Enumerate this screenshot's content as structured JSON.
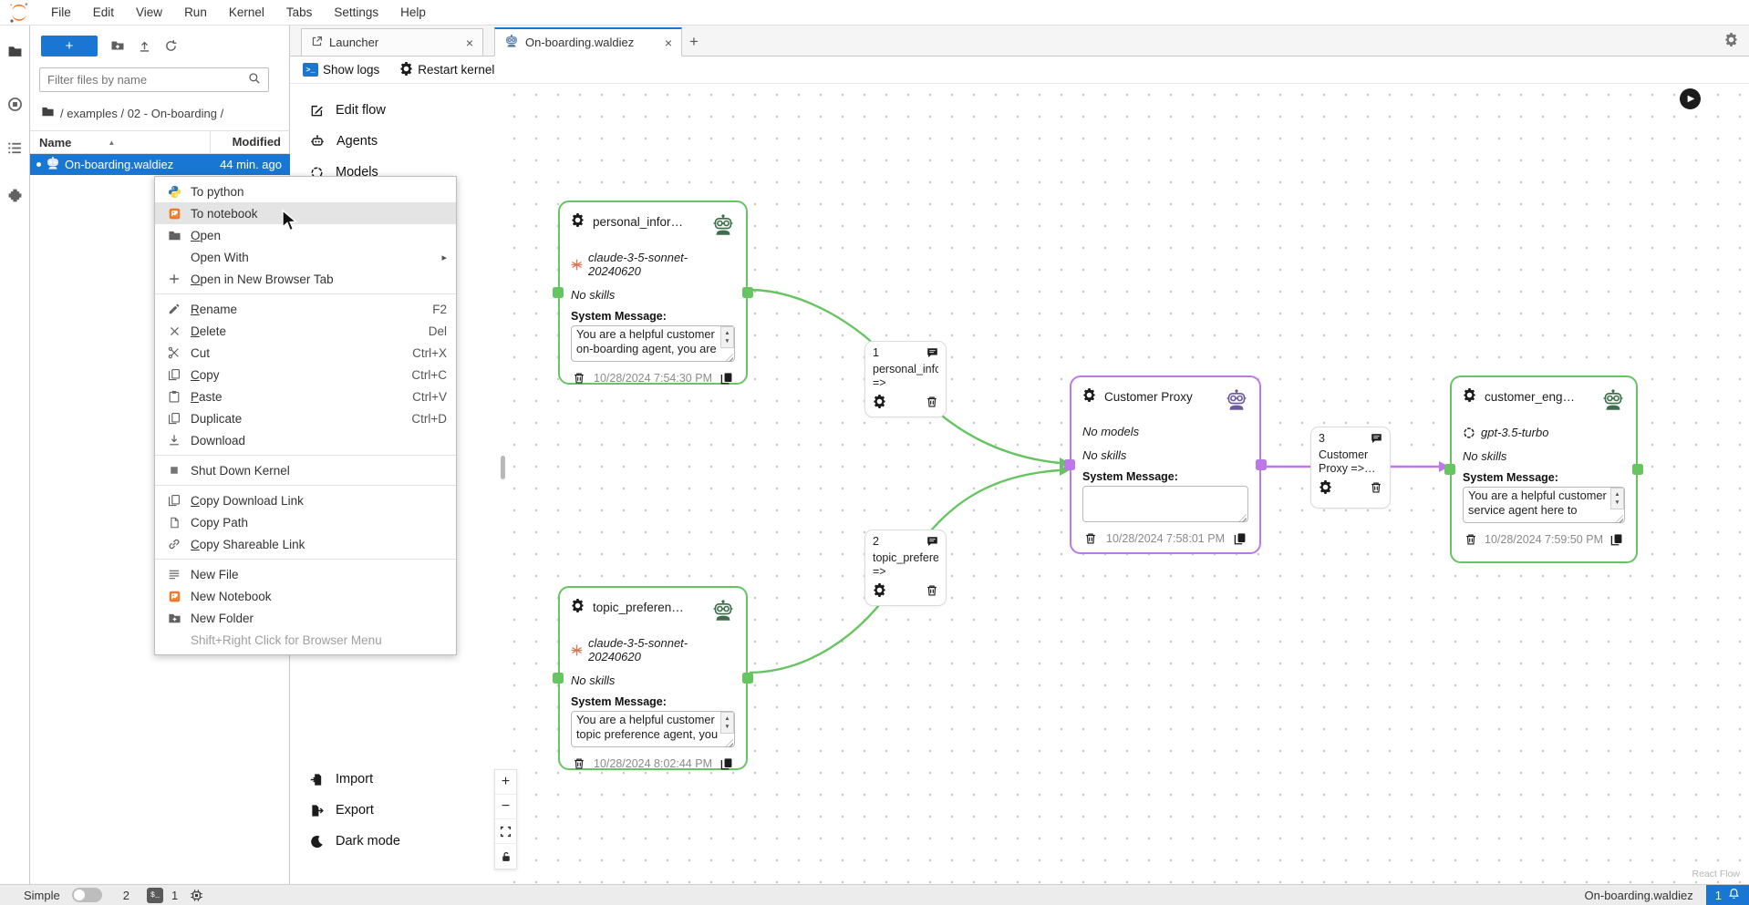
{
  "menubar": {
    "items": [
      "File",
      "Edit",
      "View",
      "Run",
      "Kernel",
      "Tabs",
      "Settings",
      "Help"
    ]
  },
  "activity_bar": {
    "items": [
      "file-browser-icon",
      "running-kernels-icon",
      "table-of-contents-icon",
      "extensions-icon"
    ]
  },
  "file_browser": {
    "filter_placeholder": "Filter files by name",
    "breadcrumb_text": "/ examples / 02 - On-boarding /",
    "header_name": "Name",
    "header_modified": "Modified",
    "rows": [
      {
        "name": "On-boarding.waldiez",
        "modified": "44 min. ago",
        "selected": true
      }
    ]
  },
  "tabs": [
    {
      "label": "Launcher",
      "icon": "launcher-icon",
      "active": false
    },
    {
      "label": "On-boarding.waldiez",
      "icon": "waldiez-robot-icon",
      "active": true
    }
  ],
  "flow_toolbar": {
    "show_logs": "Show logs",
    "restart_kernel": "Restart kernel"
  },
  "flow_sidebar": {
    "top": [
      {
        "icon": "edit-flow-icon",
        "label": "Edit flow"
      },
      {
        "icon": "agents-icon",
        "label": "Agents"
      },
      {
        "icon": "models-icon",
        "label": "Models"
      }
    ],
    "bottom": [
      {
        "icon": "import-icon",
        "label": "Import"
      },
      {
        "icon": "export-icon",
        "label": "Export"
      },
      {
        "icon": "moon-icon",
        "label": "Dark mode"
      }
    ]
  },
  "context_menu": {
    "items": [
      {
        "icon": "python-icon",
        "label": "To python"
      },
      {
        "icon": "notebook-icon",
        "label": "To notebook",
        "hover": true
      },
      {
        "icon": "open-folder-icon",
        "label": "Open",
        "u": 0
      },
      {
        "label": "Open With",
        "submenu": true
      },
      {
        "icon": "plus-icon",
        "label": "Open in New Browser Tab",
        "u": 0
      },
      {
        "sep": true
      },
      {
        "icon": "rename-icon",
        "label": "Rename",
        "shortcut": "F2",
        "u": 0
      },
      {
        "icon": "delete-icon",
        "label": "Delete",
        "shortcut": "Del",
        "u": 0
      },
      {
        "icon": "cut-icon",
        "label": "Cut",
        "shortcut": "Ctrl+X"
      },
      {
        "icon": "copy-icon",
        "label": "Copy",
        "shortcut": "Ctrl+C",
        "u": 0
      },
      {
        "icon": "paste-icon",
        "label": "Paste",
        "shortcut": "Ctrl+V",
        "u": 0
      },
      {
        "icon": "duplicate-icon",
        "label": "Duplicate",
        "shortcut": "Ctrl+D"
      },
      {
        "icon": "download-icon",
        "label": "Download"
      },
      {
        "sep": true
      },
      {
        "icon": "stop-icon",
        "label": "Shut Down Kernel"
      },
      {
        "sep": true
      },
      {
        "icon": "copy-icon",
        "label": "Copy Download Link",
        "u": 0
      },
      {
        "icon": "file-icon",
        "label": "Copy Path"
      },
      {
        "icon": "link-icon",
        "label": "Copy Shareable Link",
        "u": 0
      },
      {
        "sep": true
      },
      {
        "icon": "newfile-icon",
        "label": "New File"
      },
      {
        "icon": "notebook-icon",
        "label": "New Notebook"
      },
      {
        "icon": "newfolder-icon",
        "label": "New Folder"
      },
      {
        "label": "Shift+Right Click for Browser Menu",
        "disabled": true
      }
    ]
  },
  "canvas": {
    "agents": [
      {
        "id": "personal",
        "title": "personal_infor…",
        "color": "green",
        "model": "claude-3-5-sonnet-20240620",
        "model_icon": "anthropic-icon",
        "skills_text": "No skills",
        "system_message_label": "System Message:",
        "system_message": "You are a helpful customer on-boarding agent, you are",
        "timestamp": "10/28/2024 7:54:30 PM"
      },
      {
        "id": "proxy",
        "title": "Customer Proxy",
        "color": "purple",
        "models_text": "No models",
        "skills_text": "No skills",
        "system_message_label": "System Message:",
        "system_message": "",
        "timestamp": "10/28/2024 7:58:01 PM"
      },
      {
        "id": "customer",
        "title": "customer_eng…",
        "color": "green",
        "model": "gpt-3.5-turbo",
        "model_icon": "openai-icon",
        "skills_text": "No skills",
        "system_message_label": "System Message:",
        "system_message": "You are a helpful customer service agent here to",
        "timestamp": "10/28/2024 7:59:50 PM"
      },
      {
        "id": "topic",
        "title": "topic_preferen…",
        "color": "green",
        "model": "claude-3-5-sonnet-20240620",
        "model_icon": "anthropic-icon",
        "skills_text": "No skills",
        "system_message_label": "System Message:",
        "system_message": "You are a helpful customer topic preference agent, you",
        "timestamp": "10/28/2024 8:02:44 PM"
      }
    ],
    "edge_labels": [
      {
        "id": "e1",
        "number": "1",
        "label": "personal_infor => Custom…"
      },
      {
        "id": "e2",
        "number": "2",
        "label": "topic_preferer => Custom…"
      },
      {
        "id": "e3",
        "number": "3",
        "label": "Customer Proxy =>…"
      }
    ],
    "attribution": "React Flow"
  },
  "status_bar": {
    "mode_label": "Simple",
    "terminals_count": "2",
    "terminal_glyph": "$_",
    "kernels_count": "1",
    "filename": "On-boarding.waldiez",
    "notifications_count": "1"
  },
  "icons": {
    "plus": "+",
    "minus": "−",
    "close": "×",
    "submenu_arrow": "▸",
    "sort_asc": "▲",
    "show_logs_glyph": ">_",
    "new_tab": "+",
    "play": "▶",
    "moon": "☾",
    "spin_up": "▲",
    "spin_down": "▼"
  },
  "colors": {
    "accent": "#1976d2",
    "agent_green": "#67c462",
    "agent_purple": "#bb78e6",
    "anthropic_red": "#d97757",
    "notebook_orange": "#f37726"
  }
}
